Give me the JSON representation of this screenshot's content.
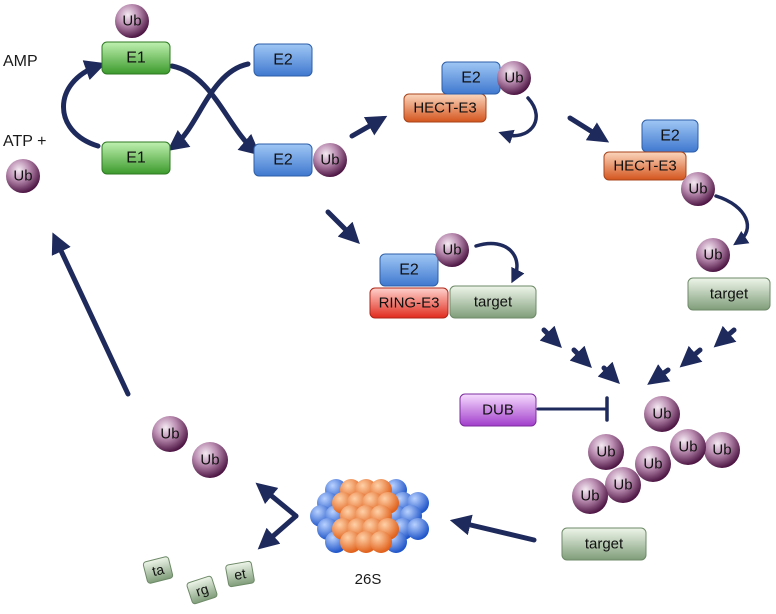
{
  "labels": {
    "amp": "AMP",
    "atp": "ATP +",
    "ub": "Ub",
    "e1": "E1",
    "e2": "E2",
    "hect": "HECT-E3",
    "ring": "RING-E3",
    "target": "target",
    "dub": "DUB",
    "proteasome": "26S",
    "frag_1": "ta",
    "frag_2": "rg",
    "frag_3": "et"
  },
  "colors": {
    "arrow": "#1f2a5c",
    "e1": "#4caf3a",
    "e2": "#4a86d9",
    "hect": "#d8622a",
    "ring": "#e23a2a",
    "target": "#8faa8a",
    "dub": "#a84fd0",
    "ubiquitin": "#5a1848",
    "proteasome_orange": "#f07a2e",
    "proteasome_blue": "#2f6fe0"
  }
}
